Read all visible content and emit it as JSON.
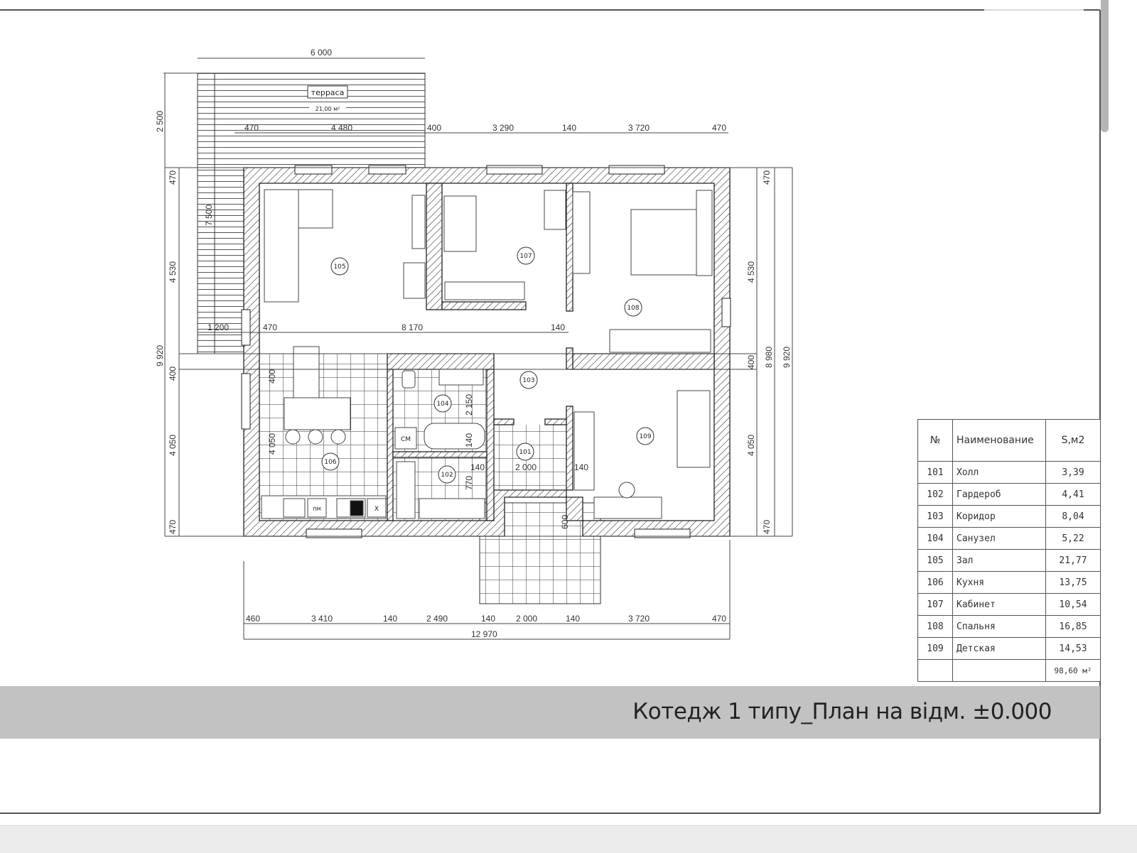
{
  "drawing_title": "Котедж 1 типу_План на відм. ±0.000",
  "terrace": {
    "label": "терраса",
    "area": "21,00 м²"
  },
  "room_tags": [
    "101",
    "102",
    "103",
    "104",
    "105",
    "106",
    "107",
    "108",
    "109"
  ],
  "appliances": {
    "washer": "СМ",
    "dishwasher": "ПМ",
    "fridge": "Х"
  },
  "dimensions": {
    "terrace_width": "6 000",
    "top": [
      "470",
      "4 480",
      "400",
      "3 290",
      "140",
      "3 720",
      "470"
    ],
    "left": [
      "2 500",
      "470",
      "4 530",
      "9 920",
      "400",
      "4 050",
      "470",
      "7 500"
    ],
    "inner_row": [
      "1 200",
      "470",
      "8 170",
      "140"
    ],
    "kitchen": [
      "400",
      "4 050"
    ],
    "right": [
      "470",
      "4 530",
      "400",
      "4 050",
      "470",
      "8 980",
      "9 920"
    ],
    "bottom": [
      "460",
      "3 410",
      "140",
      "2 490",
      "140",
      "2 000",
      "140",
      "3 720",
      "470"
    ],
    "overall_width": "12 970",
    "interior": [
      "2 150",
      "140",
      "140",
      "2 000",
      "140",
      "770",
      "600"
    ]
  },
  "room_table": {
    "headers": [
      "№",
      "Наименование",
      "S,м2"
    ],
    "rows": [
      {
        "no": "101",
        "name": "Холл",
        "area": "3,39"
      },
      {
        "no": "102",
        "name": "Гардероб",
        "area": "4,41"
      },
      {
        "no": "103",
        "name": "Коридор",
        "area": "8,04"
      },
      {
        "no": "104",
        "name": "Санузел",
        "area": "5,22"
      },
      {
        "no": "105",
        "name": "Зал",
        "area": "21,77"
      },
      {
        "no": "106",
        "name": "Кухня",
        "area": "13,75"
      },
      {
        "no": "107",
        "name": "Кабинет",
        "area": "10,54"
      },
      {
        "no": "108",
        "name": "Спальня",
        "area": "16,85"
      },
      {
        "no": "109",
        "name": "Детская",
        "area": "14,53"
      }
    ],
    "total": "98,60 м²"
  }
}
